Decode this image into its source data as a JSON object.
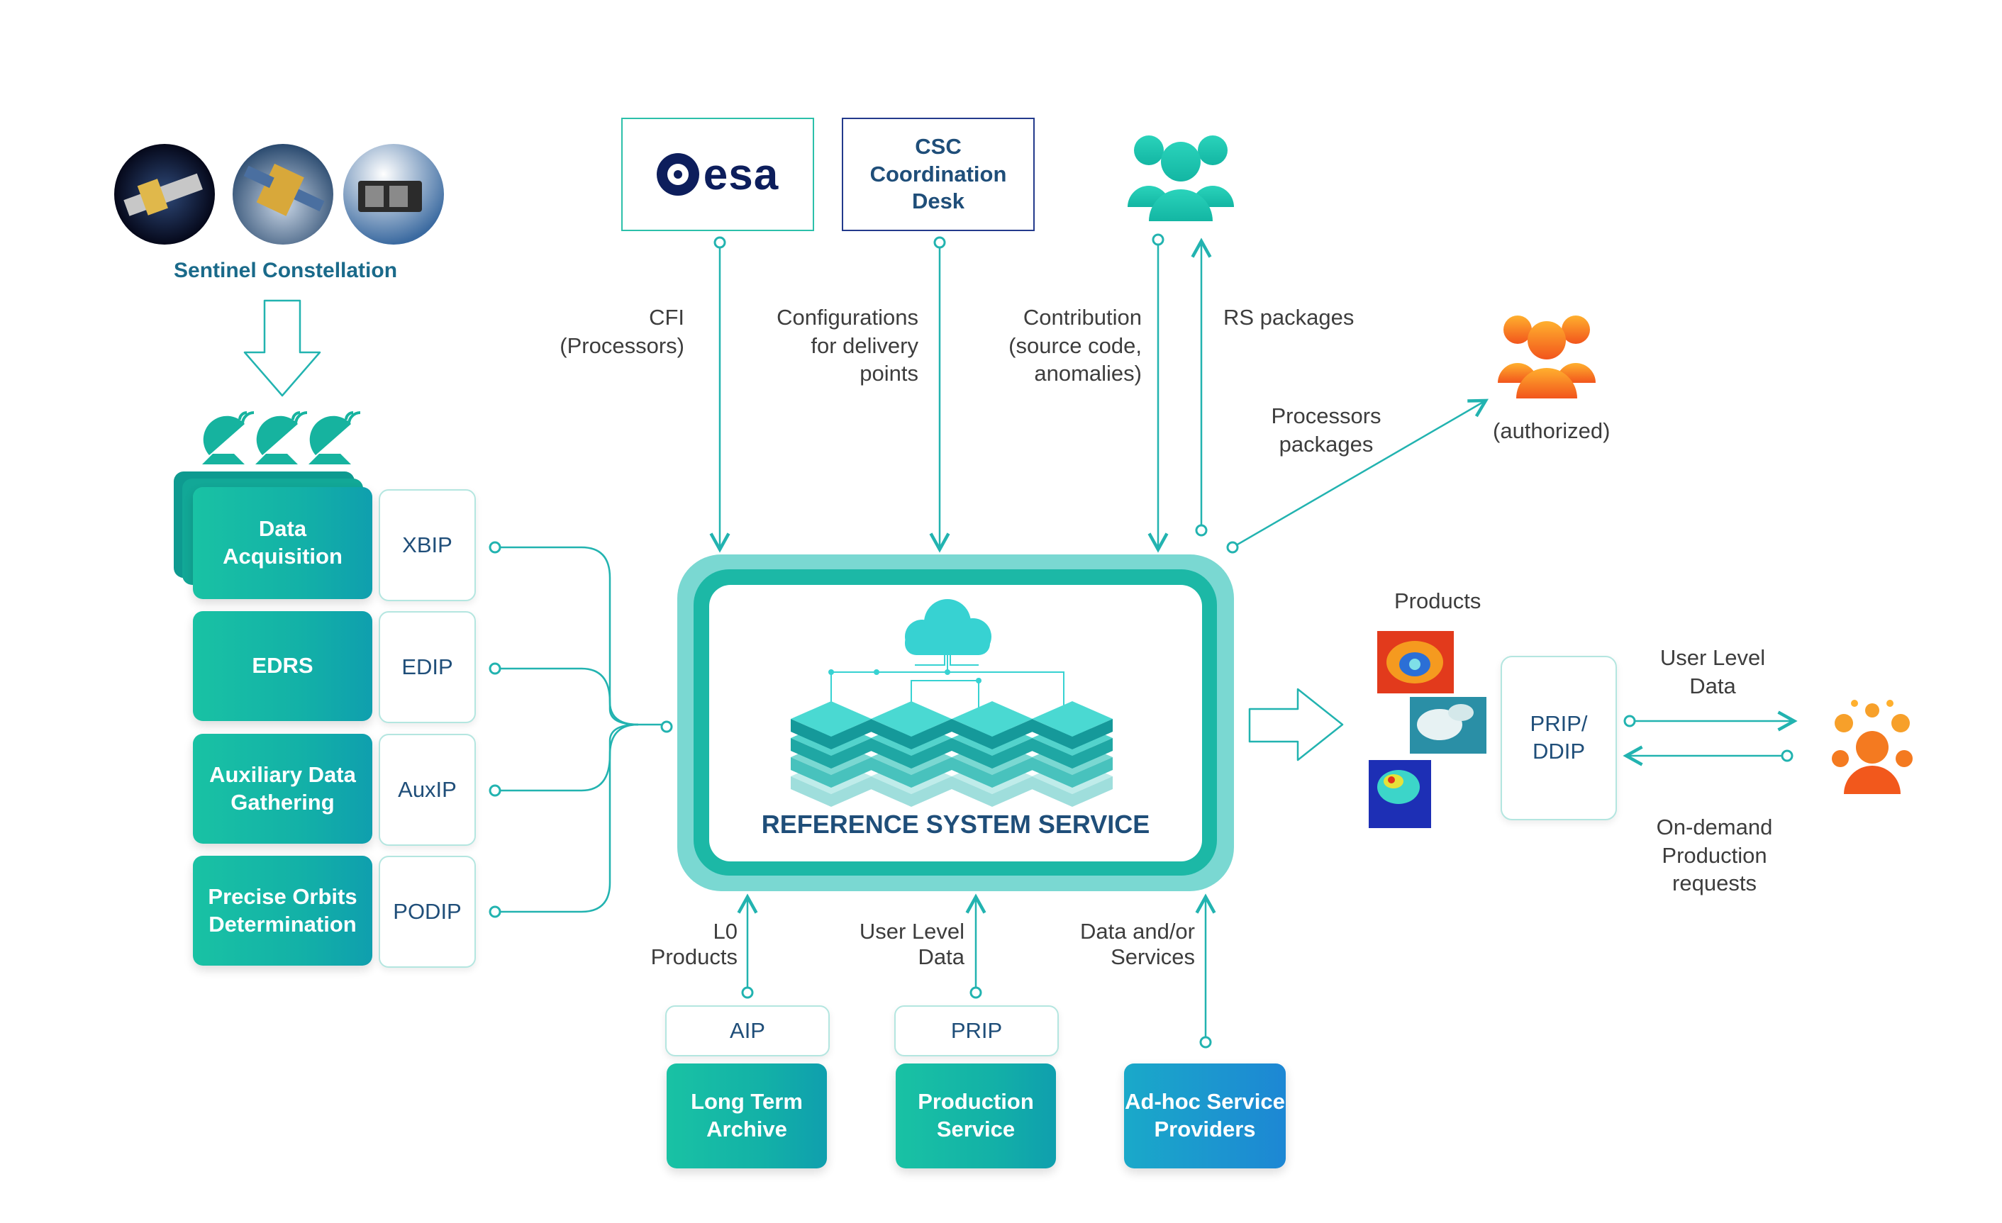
{
  "top": {
    "sentinel_label": "Sentinel Constellation",
    "esa_logo_text": "esa",
    "csc_desk": "CSC\nCoordination\nDesk"
  },
  "flows_top": {
    "cfi": "CFI\n(Processors)",
    "configurations": "Configurations\nfor delivery\npoints",
    "contribution": "Contribution\n(source code,\nanomalies)",
    "rs_packages": "RS packages",
    "processors_packages": "Processors\npackages",
    "authorized": "(authorized)"
  },
  "ground_segment": [
    {
      "name": "Data\nAcquisition",
      "ip": "XBIP"
    },
    {
      "name": "EDRS",
      "ip": "EDIP"
    },
    {
      "name": "Auxiliary Data\nGathering",
      "ip": "AuxIP"
    },
    {
      "name": "Precise Orbits\nDetermination",
      "ip": "PODIP"
    }
  ],
  "center": {
    "title": "REFERENCE SYSTEM SERVICE"
  },
  "bottom": {
    "l0_products": "L0\nProducts",
    "user_level_data": "User Level\nData",
    "data_services": "Data and/or\nServices",
    "aip": "AIP",
    "prip": "PRIP",
    "long_term_archive": "Long Term\nArchive",
    "production_service": "Production\nService",
    "adhoc": "Ad-hoc Service\nProviders"
  },
  "right": {
    "products": "Products",
    "prip_ddip": "PRIP/\nDDIP",
    "user_level_data": "User Level\nData",
    "on_demand": "On-demand\nProduction\nrequests"
  },
  "colors": {
    "teal": "#1cbfa7",
    "teal_line": "#22b3b0",
    "orange": "#f47a20",
    "navy": "#0d1e5c"
  }
}
